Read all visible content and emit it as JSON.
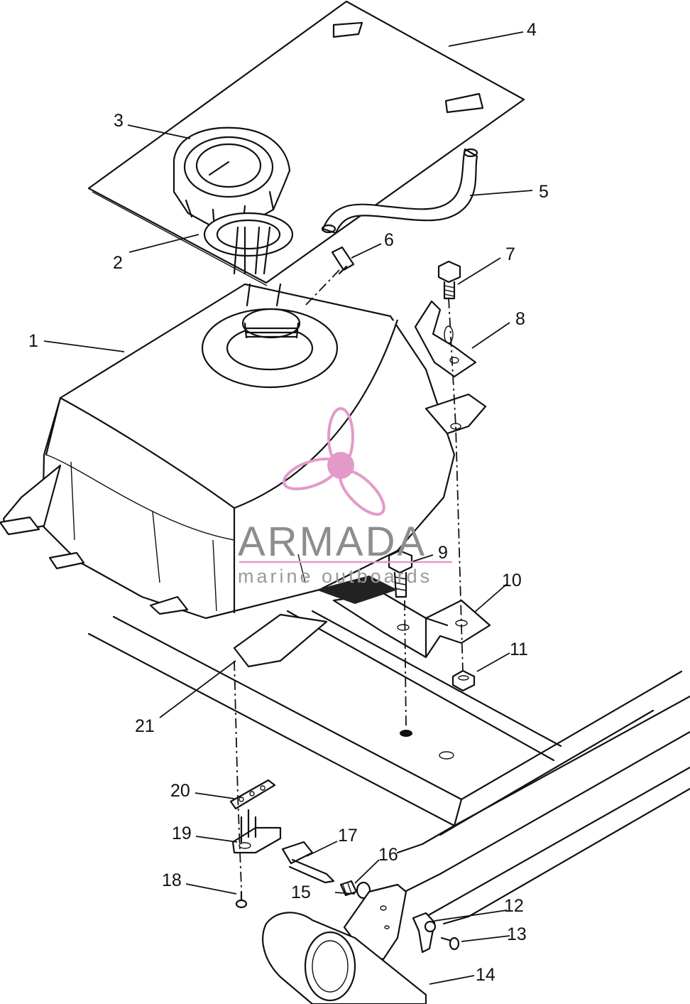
{
  "watermark": {
    "brand": "ARMADA",
    "tagline": "marine outboards",
    "brand_color": "#e39ac9",
    "text_color": "#8d8d8d"
  },
  "callouts": [
    "1",
    "2",
    "3",
    "4",
    "5",
    "6",
    "7",
    "8",
    "9",
    "10",
    "11",
    "12",
    "13",
    "14",
    "15",
    "16",
    "17",
    "18",
    "19",
    "20",
    "21"
  ]
}
